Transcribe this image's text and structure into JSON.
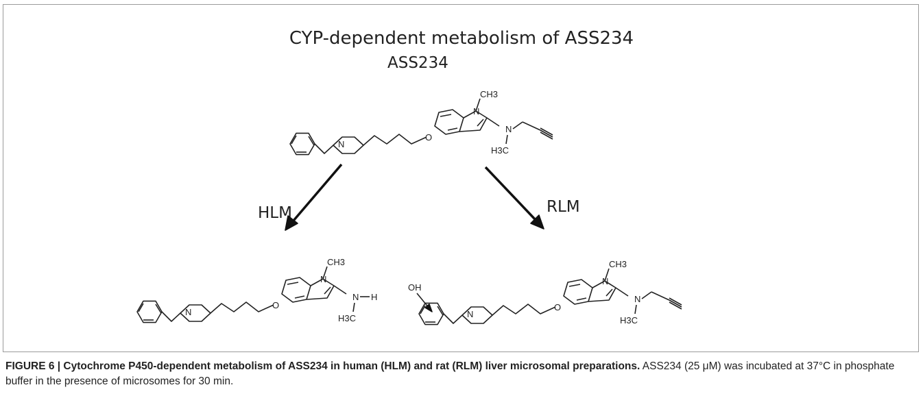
{
  "diagram": {
    "title": "CYP-dependent metabolism of ASS234",
    "parent_label": "ASS234",
    "left_arrow_label": "HLM",
    "right_arrow_label": "RLM",
    "atoms": {
      "n": "N",
      "o": "O",
      "ch3": "CH3",
      "h3c": "H3C",
      "h": "H",
      "oh": "OH"
    }
  },
  "caption": {
    "figure_label": "FIGURE 6 | Cytochrome P450-dependent metabolism of ASS234 in human (HLM) and rat (RLM) liver microsomal preparations.",
    "text": " ASS234 (25 μM) was incubated at 37°C in phosphate buffer in the presence of microsomes for 30 min."
  }
}
